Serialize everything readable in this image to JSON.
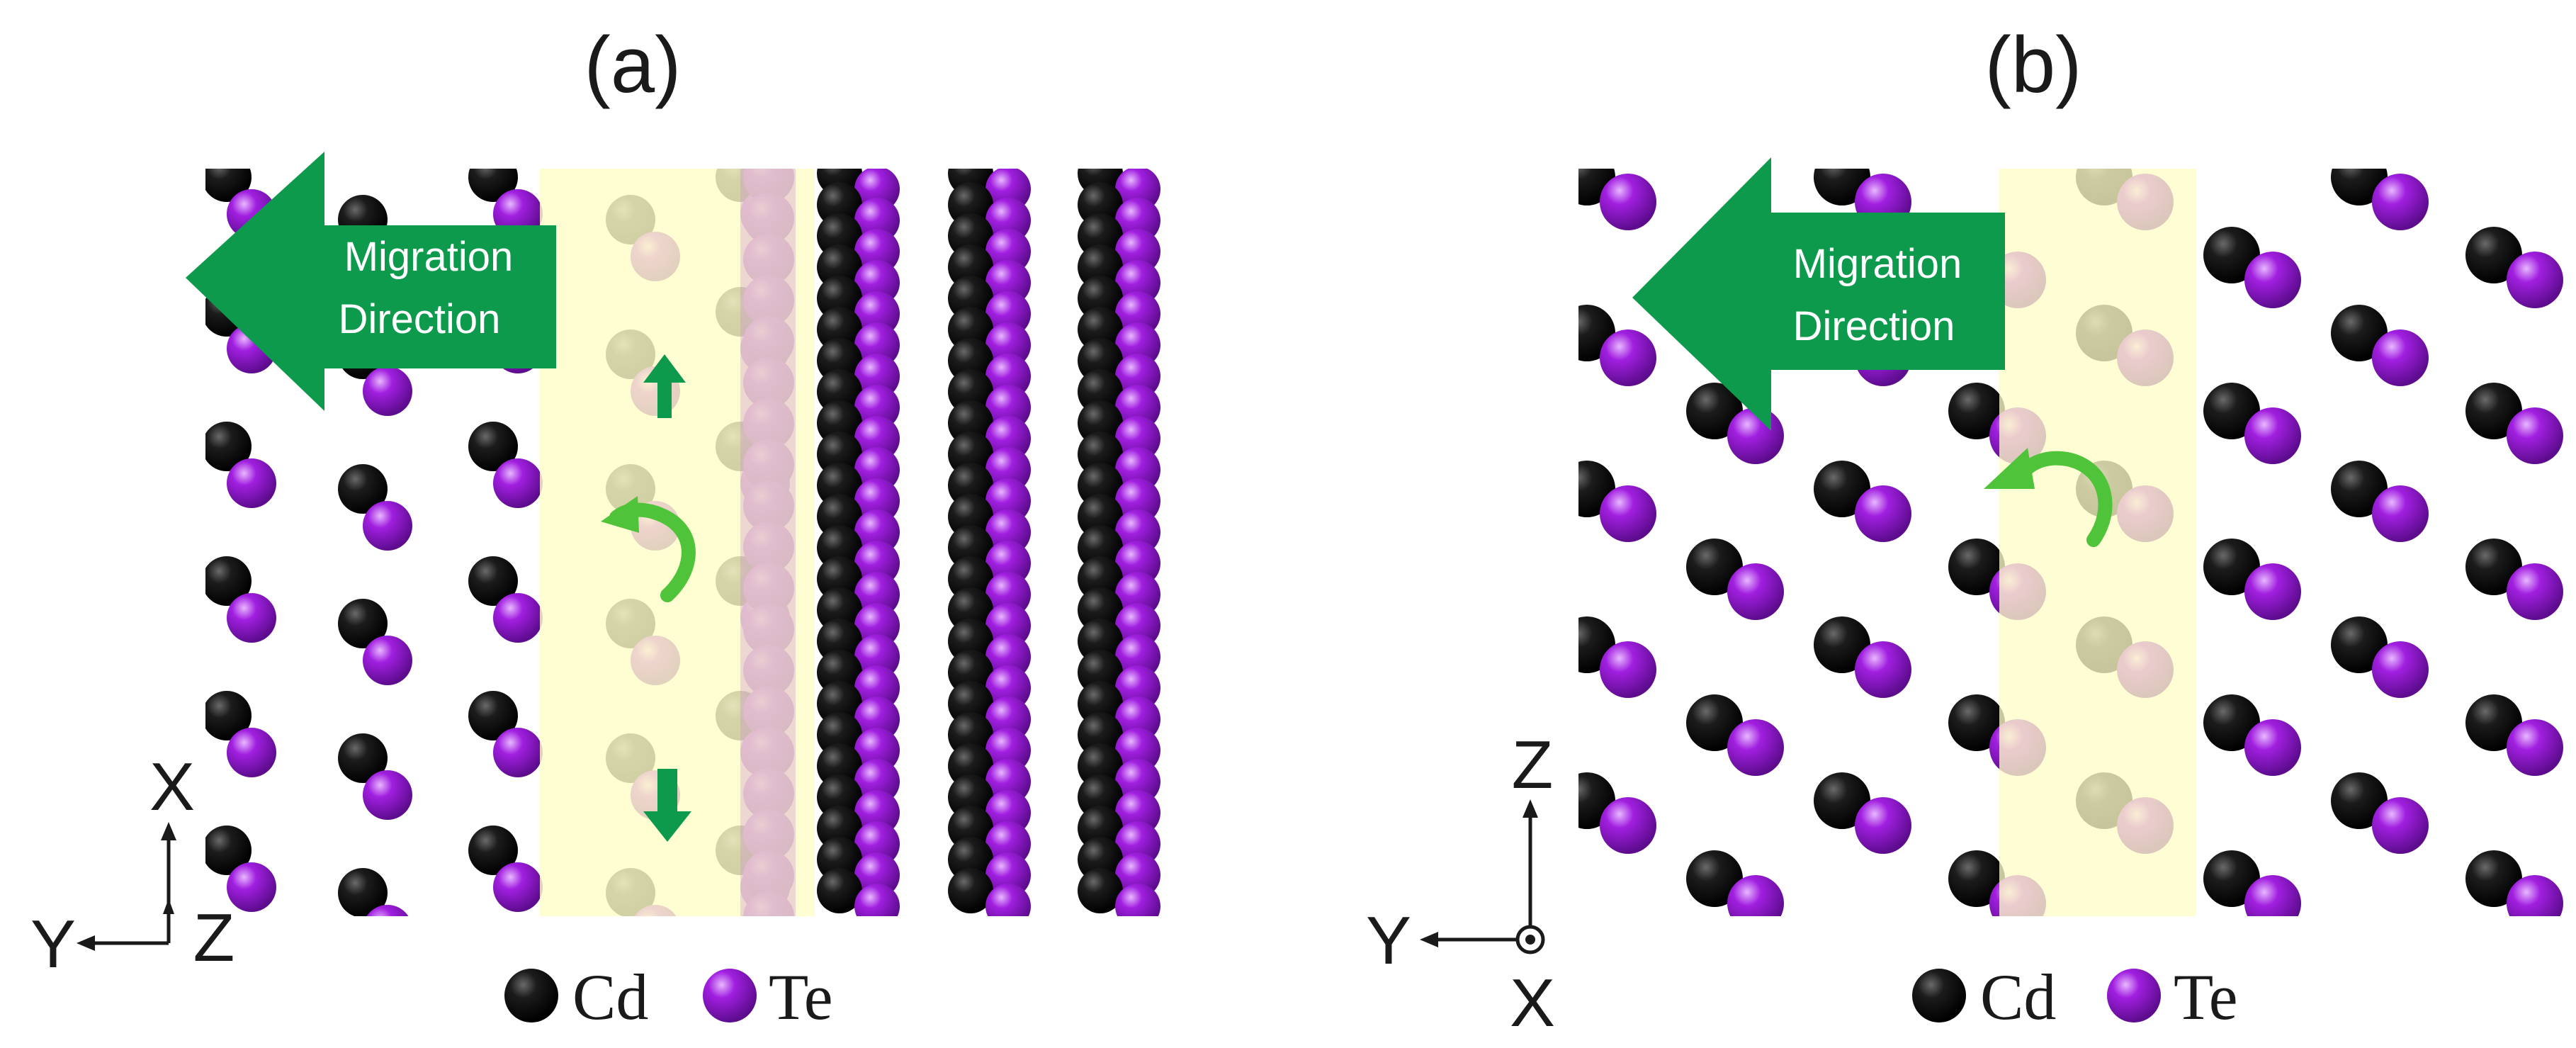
{
  "panel_a": {
    "label": "(a)",
    "migration_line1": "Migration",
    "migration_line2": "Direction",
    "axes": {
      "x": "X",
      "y": "Y",
      "z": "Z"
    },
    "legend": {
      "cd": "Cd",
      "te": "Te"
    }
  },
  "panel_b": {
    "label": "(b)",
    "migration_line1": "Migration",
    "migration_line2": "Direction",
    "axes": {
      "z": "Z",
      "y": "Y",
      "x": "X"
    },
    "legend": {
      "cd": "Cd",
      "te": "Te"
    }
  },
  "colors": {
    "cd_atom": "#0d0d0d",
    "te_atom": "#a01fe0",
    "highlight_band": "#fffcc8",
    "arrow_green": "#0e9a4c",
    "rotation_arrow": "#4fc33a"
  },
  "icons": [
    "migration-arrow-icon",
    "rotation-arrow-icon",
    "up-arrow-icon",
    "down-arrow-icon",
    "out-of-plane-axis-icon"
  ]
}
